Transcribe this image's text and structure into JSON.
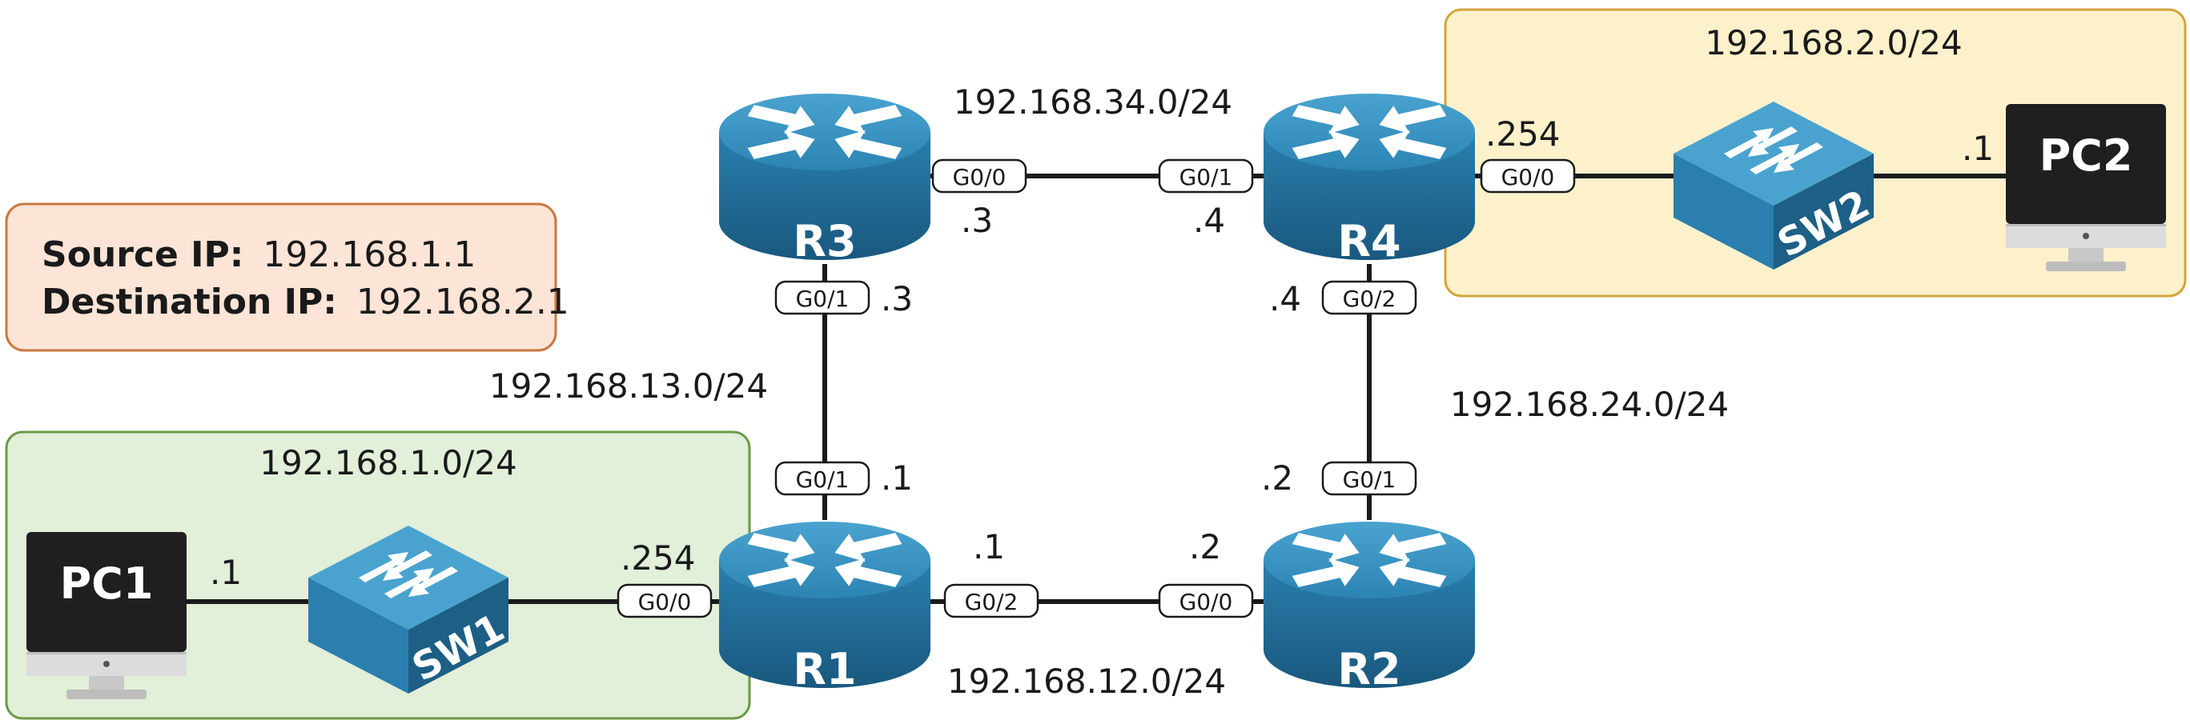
{
  "info": {
    "source_label": "Source IP:",
    "source_value": "192.168.1.1",
    "dest_label": "Destination IP:",
    "dest_value": "192.168.2.1"
  },
  "subnets": {
    "lan1": "192.168.1.0/24",
    "lan2": "192.168.2.0/24",
    "r1_r2": "192.168.12.0/24",
    "r1_r3": "192.168.13.0/24",
    "r2_r4": "192.168.24.0/24",
    "r3_r4": "192.168.34.0/24"
  },
  "devices": {
    "r1": "R1",
    "r2": "R2",
    "r3": "R3",
    "r4": "R4",
    "sw1": "SW1",
    "sw2": "SW2",
    "pc1": "PC1",
    "pc2": "PC2"
  },
  "ports": {
    "r1_g00": "G0/0",
    "r1_g01": "G0/1",
    "r1_g02": "G0/2",
    "r2_g00": "G0/0",
    "r2_g01": "G0/1",
    "r3_g00": "G0/0",
    "r3_g01": "G0/1",
    "r4_g00": "G0/0",
    "r4_g01": "G0/1",
    "r4_g02": "G0/2"
  },
  "hosts": {
    "pc1": ".1",
    "r1_lan": ".254",
    "r1_to_r2": ".1",
    "r1_to_r3": ".1",
    "r2_to_r1": ".2",
    "r2_to_r4": ".2",
    "r3_to_r4": ".3",
    "r3_to_r1": ".3",
    "r4_to_r3": ".4",
    "r4_to_r2": ".4",
    "r4_lan": ".254",
    "pc2": ".1"
  },
  "colors": {
    "lan1_fill": "#e2efd9",
    "lan1_border": "#6a9a45",
    "lan2_fill": "#fdf1cb",
    "lan2_border": "#d2a43a",
    "info_fill": "#fce4d6",
    "info_border": "#c9773f",
    "device_blue": "#2f87b5",
    "device_dark": "#1d5f85"
  }
}
